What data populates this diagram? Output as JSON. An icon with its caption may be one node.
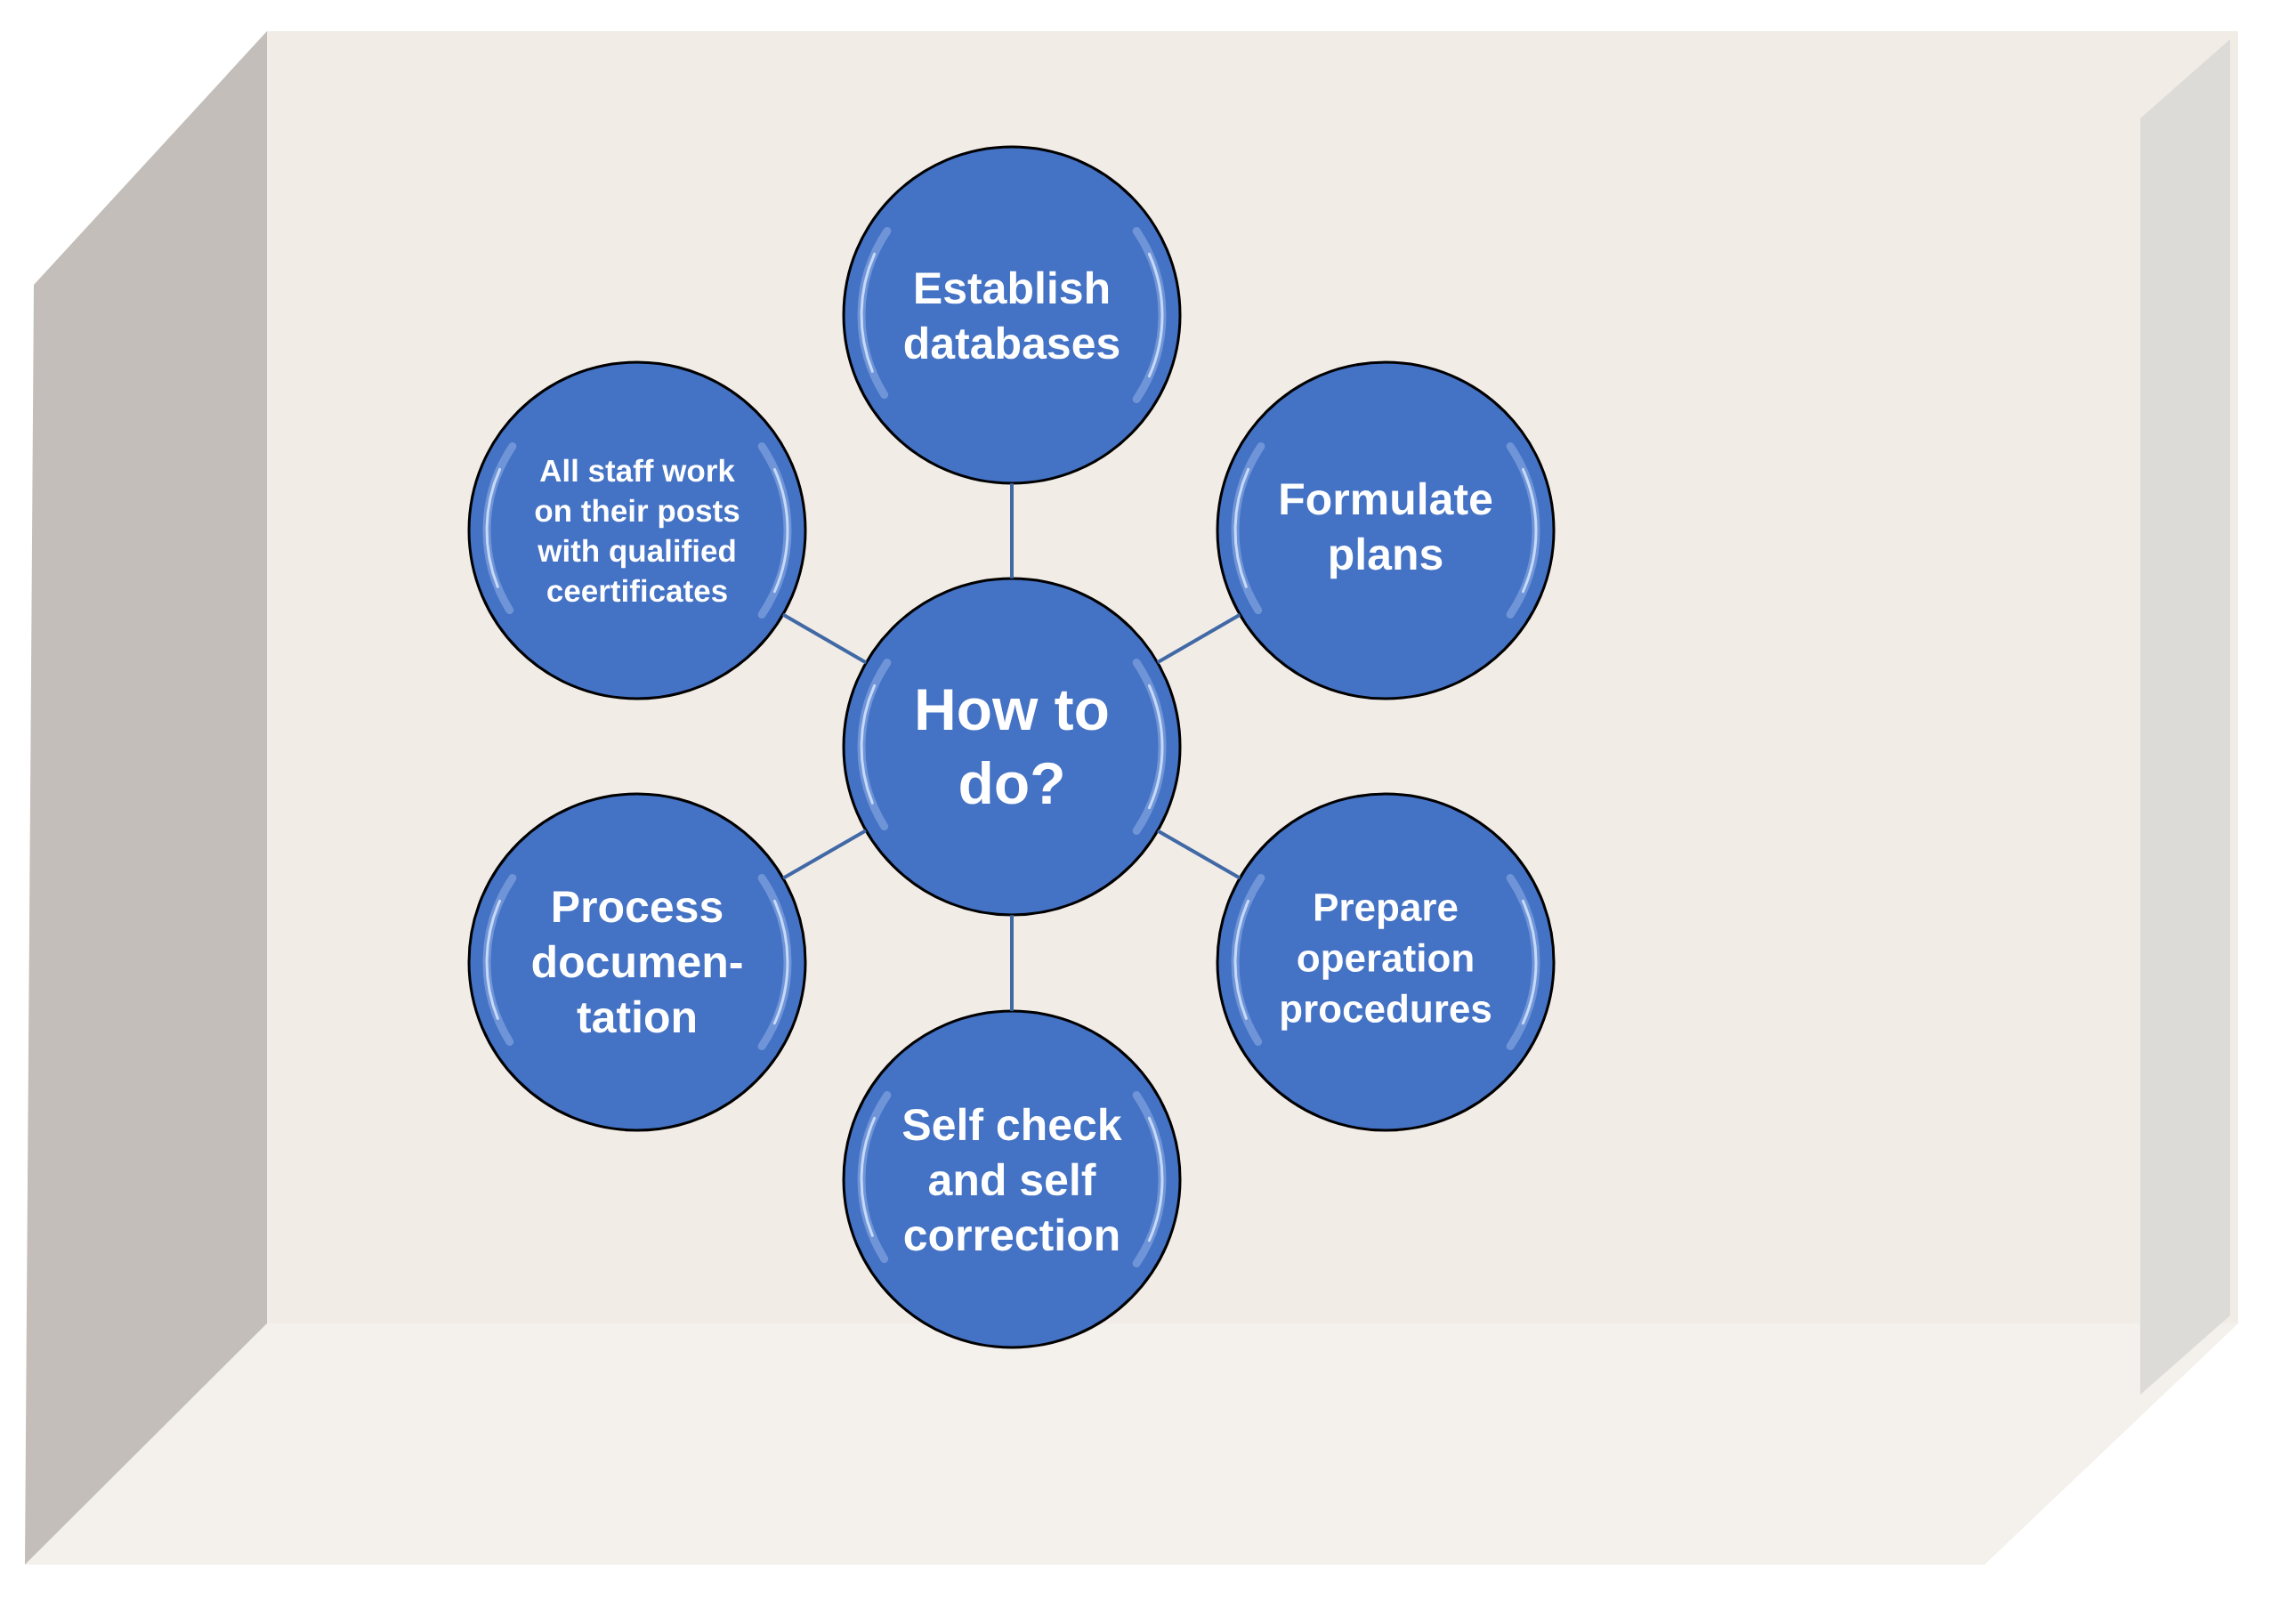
{
  "diagram": {
    "nodes": [
      {
        "text": [
          "Establish databases"
        ]
      },
      {
        "text": [
          "All staff work on their posts with qualified ceertificates"
        ]
      },
      {
        "text": [
          "Formulate plans"
        ]
      },
      {
        "text": [
          "How to do?"
        ]
      },
      {
        "text": [
          "Process documen- tation"
        ]
      },
      {
        "text": [
          "Prepare operation procedures"
        ]
      },
      {
        "text": [
          "Self check and self correction"
        ]
      }
    ],
    "edges": [
      {
        "from": 3,
        "to": 0,
        "arrow": "none"
      },
      {
        "from": 3,
        "to": 2,
        "arrow": "none"
      },
      {
        "from": 3,
        "to": 5,
        "arrow": "none"
      },
      {
        "from": 3,
        "to": 6,
        "arrow": "none"
      },
      {
        "from": 3,
        "to": 4,
        "arrow": "none"
      },
      {
        "from": 3,
        "to": 1,
        "arrow": "none"
      }
    ]
  }
}
